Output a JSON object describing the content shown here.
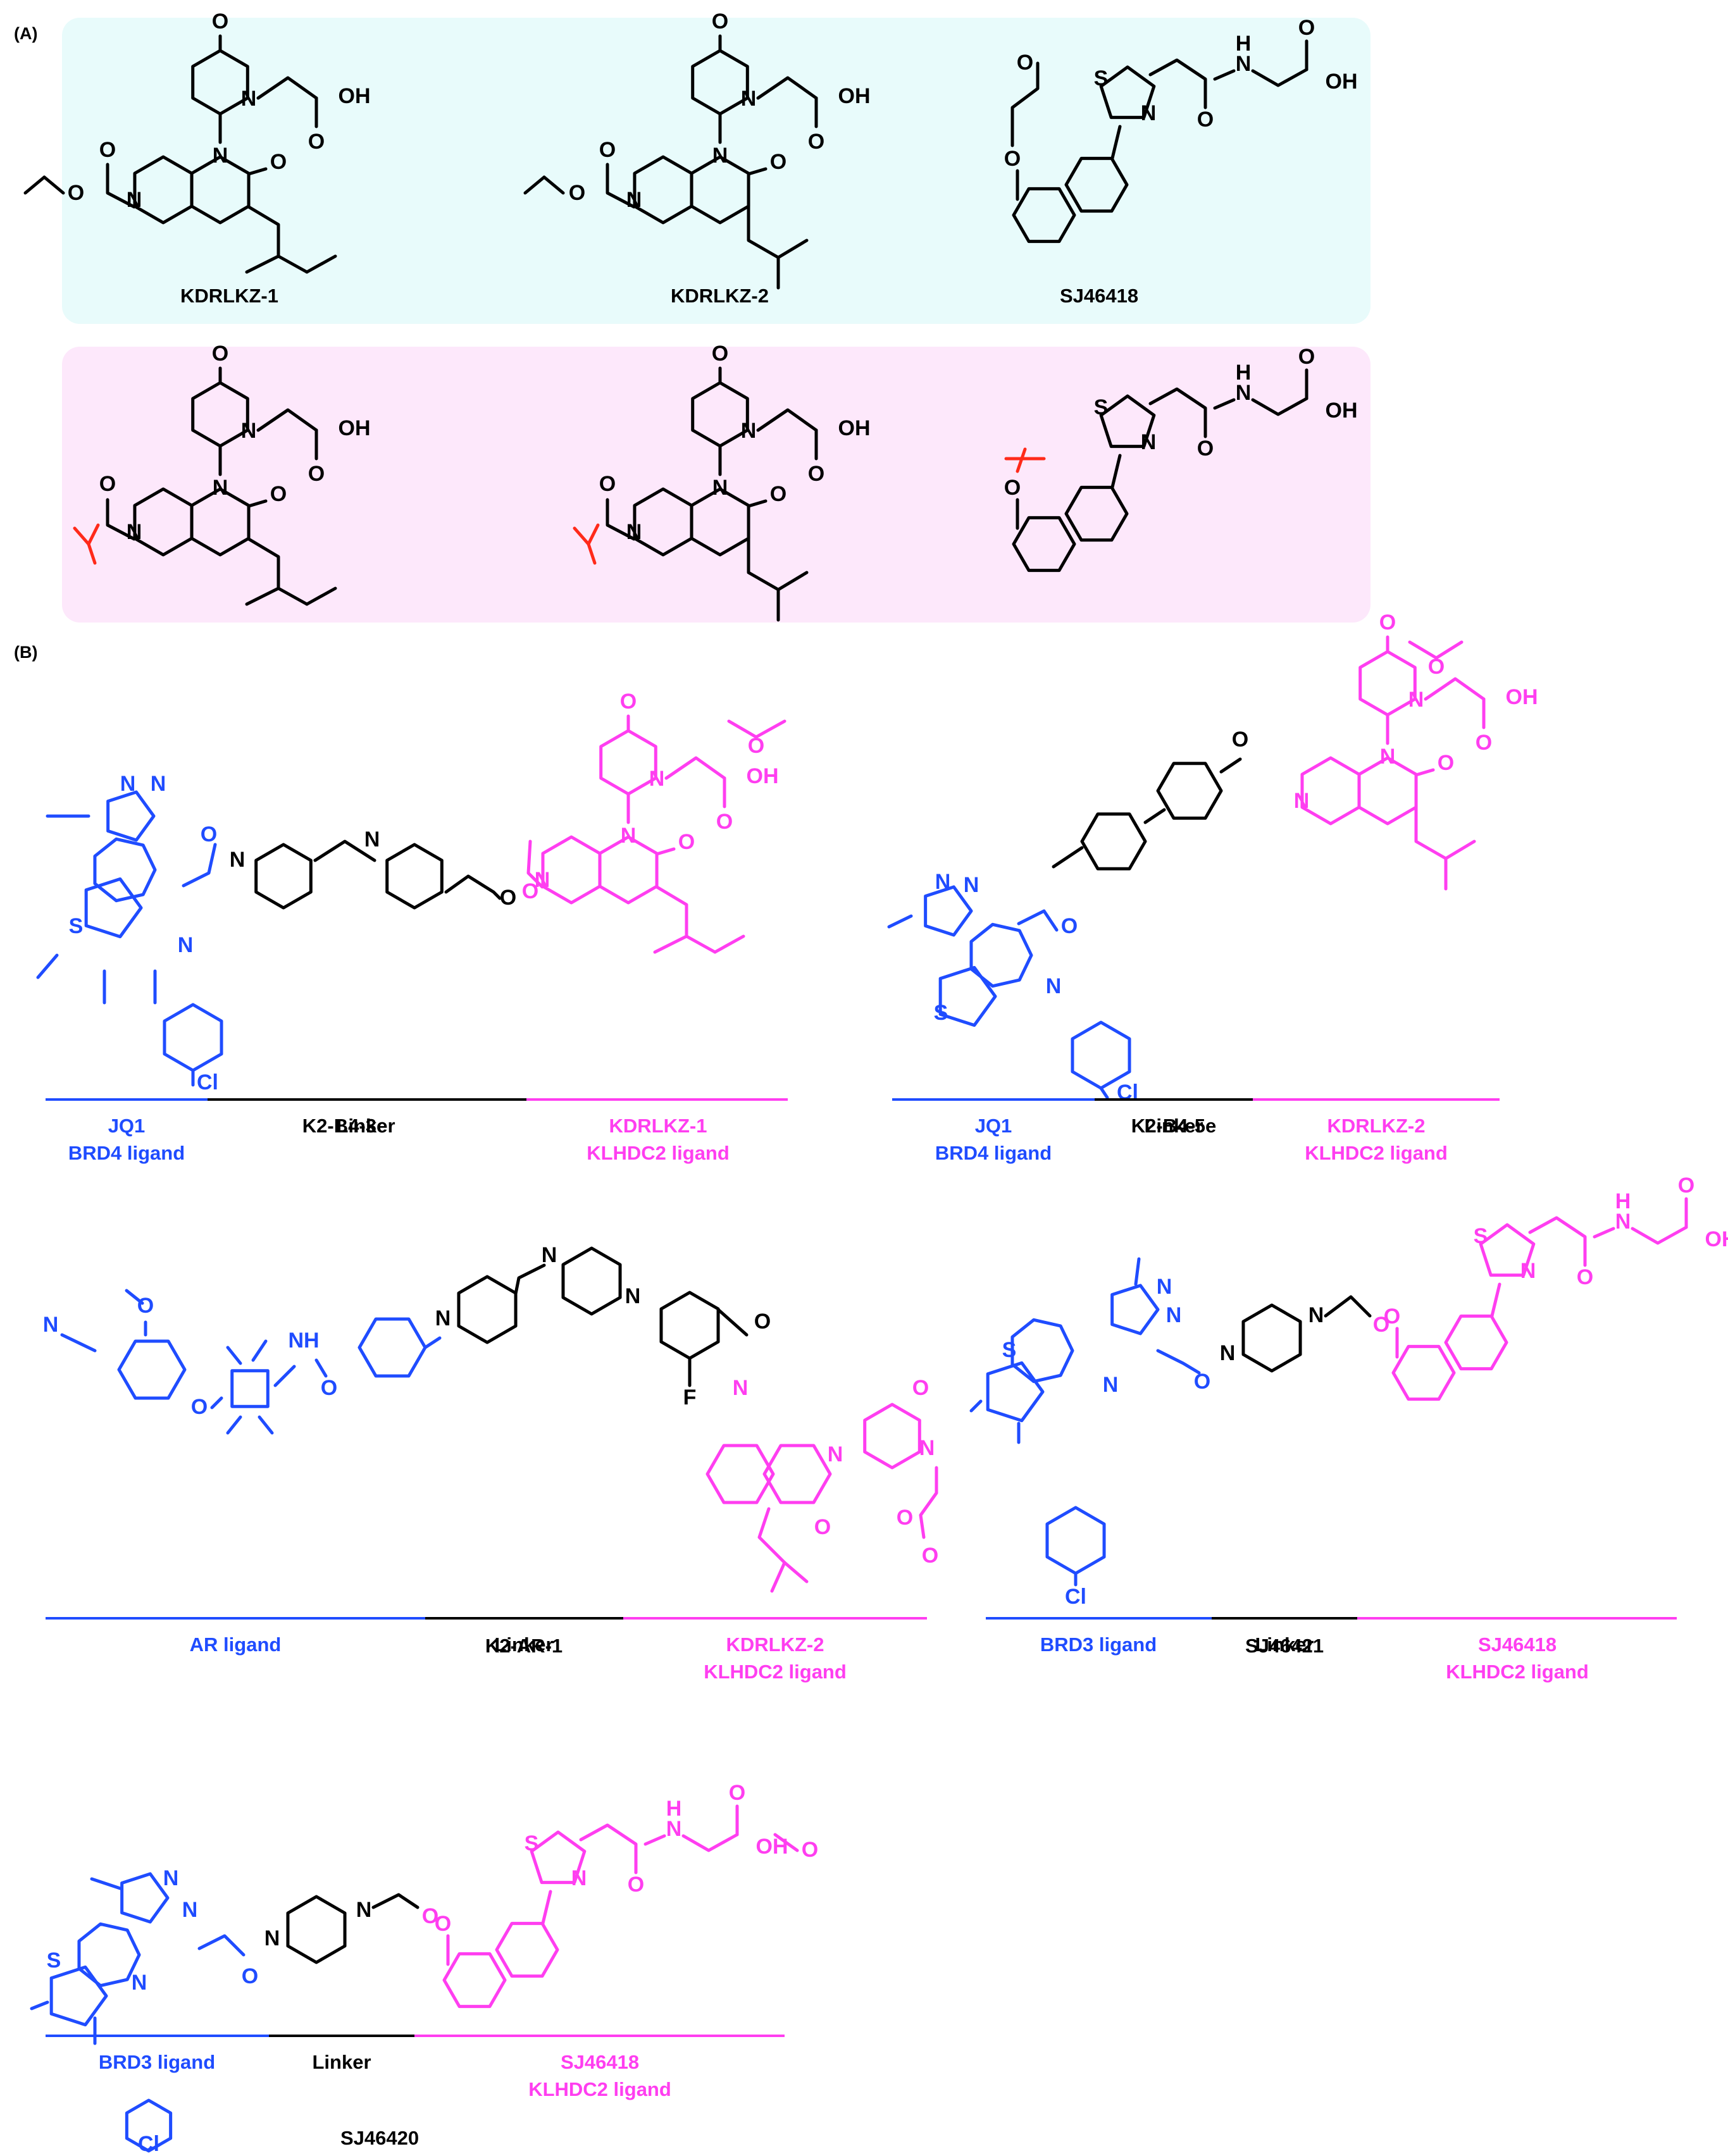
{
  "panels": {
    "a": {
      "label": "(A)"
    },
    "b": {
      "label": "(B)"
    }
  },
  "colors": {
    "black": "#000000",
    "blue": "#1f4cff",
    "magenta": "#ff3ef0",
    "red": "#ff2a1a",
    "cyan_bg": "#e8fbfb",
    "pink_bg": "#fde8fb"
  },
  "atoms": {
    "O": "O",
    "OH": "OH",
    "N": "N",
    "NH": "NH",
    "H": "H",
    "S": "S",
    "F": "F",
    "Cl": "Cl"
  },
  "compounds_a": [
    {
      "name": "KDRLKZ-1"
    },
    {
      "name": "KDRLKZ-2"
    },
    {
      "name": "SJ46418"
    }
  ],
  "compounds_b": [
    {
      "name": "K2-B4-3e",
      "segments": [
        {
          "label": "JQ1",
          "sub": "BRD4 ligand",
          "color": "blue"
        },
        {
          "label": "Linker",
          "sub": "",
          "color": "black"
        },
        {
          "label": "KDRLKZ-1",
          "sub": "KLHDC2 ligand",
          "color": "magenta"
        }
      ]
    },
    {
      "name": "K2-B4-5e",
      "segments": [
        {
          "label": "JQ1",
          "sub": "BRD4 ligand",
          "color": "blue"
        },
        {
          "label": "Linker",
          "sub": "",
          "color": "black"
        },
        {
          "label": "KDRLKZ-2",
          "sub": "KLHDC2 ligand",
          "color": "magenta"
        }
      ]
    },
    {
      "name": "K2-AR-1",
      "segments": [
        {
          "label": "AR ligand",
          "sub": "",
          "color": "blue"
        },
        {
          "label": "Linker",
          "sub": "",
          "color": "black"
        },
        {
          "label": "KDRLKZ-2",
          "sub": "KLHDC2 ligand",
          "color": "magenta"
        }
      ]
    },
    {
      "name": "SJ46421",
      "segments": [
        {
          "label": "BRD3 ligand",
          "sub": "",
          "color": "blue"
        },
        {
          "label": "Linker",
          "sub": "",
          "color": "black"
        },
        {
          "label": "SJ46418",
          "sub": "KLHDC2 ligand",
          "color": "magenta"
        }
      ]
    },
    {
      "name": "SJ46420",
      "segments": [
        {
          "label": "BRD3 ligand",
          "sub": "",
          "color": "blue"
        },
        {
          "label": "Linker",
          "sub": "",
          "color": "black"
        },
        {
          "label": "SJ46418",
          "sub": "KLHDC2 ligand",
          "color": "magenta"
        }
      ]
    }
  ]
}
